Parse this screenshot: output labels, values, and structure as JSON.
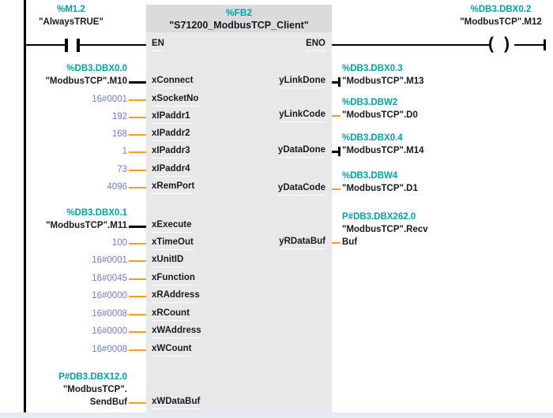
{
  "colors": {
    "teal": "#00A3A8",
    "value_blue": "#6E7CD8",
    "wire_orange": "#FB9B22",
    "wire_black": "#000000",
    "block_body_bg": "#E8E8EB",
    "block_title_bg": "#DBDBDE",
    "bottom_strip_bg": "#E4EBF2"
  },
  "network": {
    "contact": {
      "address": "%M1.2",
      "name": "\"AlwaysTRUE\""
    },
    "coil": {
      "address": "%DB3.DBX0.2",
      "name": "\"ModbusTCP\".M12"
    },
    "block": {
      "instance": "%FB2",
      "title": "\"S71200_ModbusTCP_Client\"",
      "en_label": "EN",
      "eno_label": "ENO",
      "inputs": [
        {
          "pin": "xConnect",
          "operand": [
            "%DB3.DBX0.0",
            "\"ModbusTCP\".M10"
          ],
          "wire": "bool"
        },
        {
          "pin": "xSocketNo",
          "operand": [
            "16#0001"
          ],
          "wire": "value"
        },
        {
          "pin": "xIPaddr1",
          "operand": [
            "192"
          ],
          "wire": "value"
        },
        {
          "pin": "xIPaddr2",
          "operand": [
            "168"
          ],
          "wire": "value"
        },
        {
          "pin": "xIPaddr3",
          "operand": [
            "1"
          ],
          "wire": "value"
        },
        {
          "pin": "xIPaddr4",
          "operand": [
            "73"
          ],
          "wire": "value"
        },
        {
          "pin": "xRemPort",
          "operand": [
            "4096"
          ],
          "wire": "value"
        },
        {
          "pin": "xExecute",
          "operand": [
            "%DB3.DBX0.1",
            "\"ModbusTCP\".M11"
          ],
          "wire": "bool"
        },
        {
          "pin": "xTimeOut",
          "operand": [
            "100"
          ],
          "wire": "value"
        },
        {
          "pin": "xUnitID",
          "operand": [
            "16#0001"
          ],
          "wire": "value"
        },
        {
          "pin": "xFunction",
          "operand": [
            "16#0045"
          ],
          "wire": "value"
        },
        {
          "pin": "xRAddress",
          "operand": [
            "16#0000"
          ],
          "wire": "value"
        },
        {
          "pin": "xRCount",
          "operand": [
            "16#0008"
          ],
          "wire": "value"
        },
        {
          "pin": "xWAddress",
          "operand": [
            "16#0000"
          ],
          "wire": "value"
        },
        {
          "pin": "xWCount",
          "operand": [
            "16#0008"
          ],
          "wire": "value"
        },
        {
          "pin": "xWDataBuf",
          "operand": [
            "P#DB3.DBX12.0",
            "\"ModbusTCP\".",
            "SendBuf"
          ],
          "wire": "value"
        }
      ],
      "outputs": [
        {
          "pin": "yLinkDone",
          "operand": [
            "%DB3.DBX0.3",
            "\"ModbusTCP\".M13"
          ],
          "wire": "bool"
        },
        {
          "pin": "yLinkCode",
          "operand": [
            "%DB3.DBW2",
            "\"ModbusTCP\".D0"
          ],
          "wire": "value"
        },
        {
          "pin": "yDataDone",
          "operand": [
            "%DB3.DBX0.4",
            "\"ModbusTCP\".M14"
          ],
          "wire": "bool"
        },
        {
          "pin": "yDataCode",
          "operand": [
            "%DB3.DBW4",
            "\"ModbusTCP\".D1"
          ],
          "wire": "value"
        },
        {
          "pin": "yRDataBuf",
          "operand": [
            "P#DB3.DBX262.0",
            "\"ModbusTCP\".Recv",
            "Buf"
          ],
          "wire": "value"
        }
      ]
    }
  }
}
